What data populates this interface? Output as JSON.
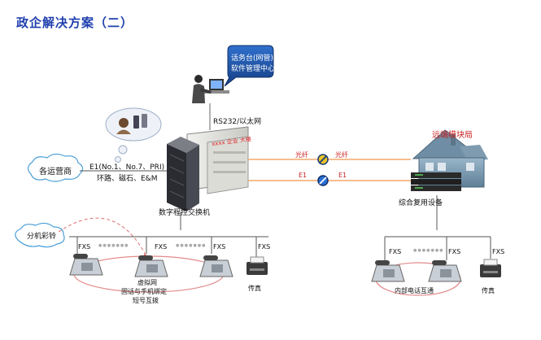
{
  "title": "政企解决方案（二）",
  "console_bubble": {
    "line1": "话务台(网管)",
    "line2": "软件管理中心"
  },
  "rs232": "RS232/以太网",
  "building_sign": "xxxx 企业 大楼",
  "carrier": {
    "cloud": "各运营商",
    "e1_types": "E1(No.1、No.7、PRI)",
    "trunks": "环路、磁石、E&M"
  },
  "pbx_label": "数字程控交换机",
  "links": {
    "fiber": "光纤",
    "e1": "E1"
  },
  "remote_title": "远端模块局",
  "mux_label": "综合复用设备",
  "ringback_cloud": "分机彩铃",
  "fxs": "FXS",
  "dots": "●●●●●●●",
  "virtual_net": {
    "line1": "虚拟网",
    "line2": "固话与手机绑定",
    "line3": "短号互拨"
  },
  "fax": "传真",
  "internal_call": "内部电话互通",
  "colors": {
    "title": "#1f3fae",
    "bubble": "#1d4f9c",
    "remote_title": "#c81e1e",
    "fiber_line": "#f2a96b"
  }
}
